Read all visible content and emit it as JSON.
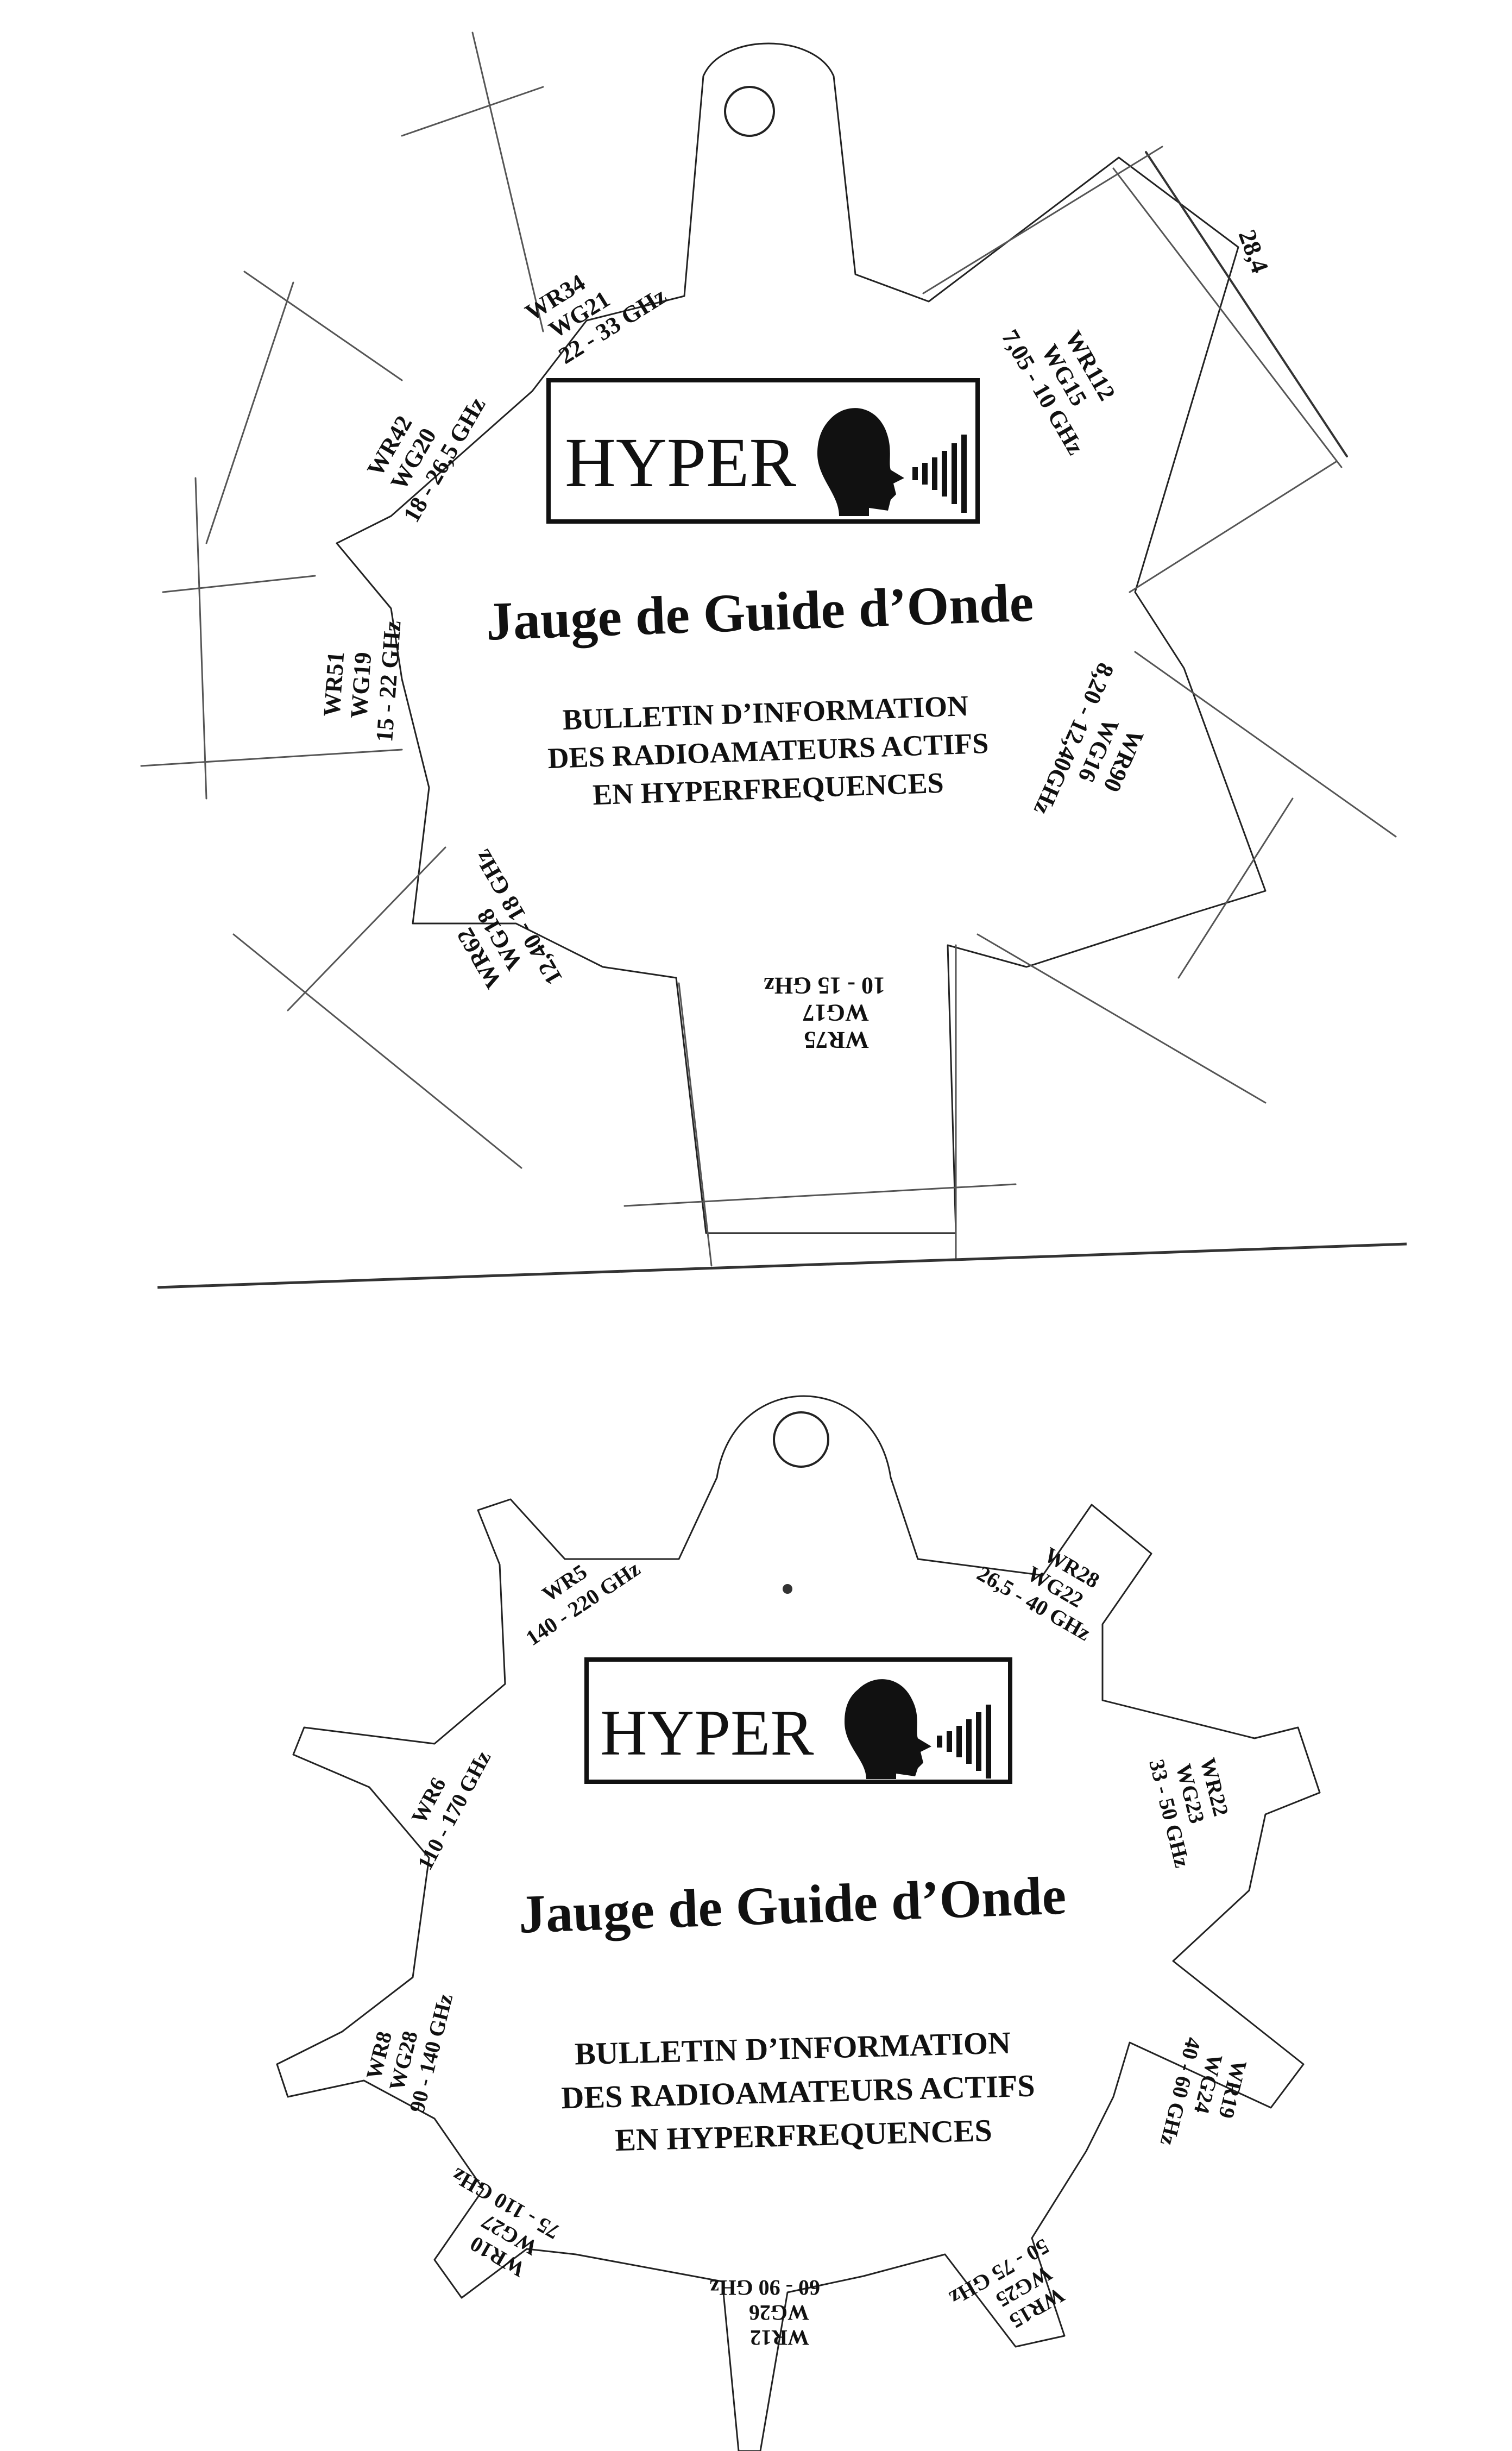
{
  "gauges": [
    {
      "logo": "HYPER",
      "title": "Jauge de Guide d’Onde",
      "bulletin": [
        "BULLETIN D’INFORMATION",
        "DES RADIOAMATEURS ACTIFS",
        "EN HYPERFREQUENCES"
      ],
      "guides": [
        {
          "wr": "WR34",
          "wg": "WG21",
          "freq": "22 - 33 GHz"
        },
        {
          "wr": "WR112",
          "wg": "WG15",
          "freq": "7,05 - 10 GHz"
        },
        {
          "wr": "WR90",
          "wg": "WG16",
          "freq": "8,20 - 12,40GHz"
        },
        {
          "wr": "WR75",
          "wg": "WG17",
          "freq": "10 - 15 GHz"
        },
        {
          "wr": "WR62",
          "wg": "WG18",
          "freq": "12,40 - 18 GHz"
        },
        {
          "wr": "WR51",
          "wg": "WG19",
          "freq": "15 - 22 GHz"
        },
        {
          "wr": "WR42",
          "wg": "WG20",
          "freq": "18 - 26,5 GHz"
        }
      ],
      "annotation": "28,4"
    },
    {
      "logo": "HYPER",
      "title": "Jauge de Guide d’Onde",
      "bulletin": [
        "BULLETIN D’INFORMATION",
        "DES RADIOAMATEURS ACTIFS",
        "EN HYPERFREQUENCES"
      ],
      "guides": [
        {
          "wr": "WR28",
          "wg": "WG22",
          "freq": "26,5 - 40 GHz"
        },
        {
          "wr": "WR22",
          "wg": "WG23",
          "freq": "33 - 50 GHz"
        },
        {
          "wr": "WR19",
          "wg": "WG24",
          "freq": "40 - 60 GHz"
        },
        {
          "wr": "WR15",
          "wg": "WG25",
          "freq": "50 - 75 GHz"
        },
        {
          "wr": "WR12",
          "wg": "WG26",
          "freq": "60 - 90 GHz"
        },
        {
          "wr": "WR10",
          "wg": "WG27",
          "freq": "75 - 110 GHz"
        },
        {
          "wr": "WR8",
          "wg": "WG28",
          "freq": "90 - 140 GHz"
        },
        {
          "wr": "WR6",
          "freq": "110 - 170 GHz"
        },
        {
          "wr": "WR5",
          "freq": "140 - 220 GHz"
        }
      ]
    }
  ]
}
